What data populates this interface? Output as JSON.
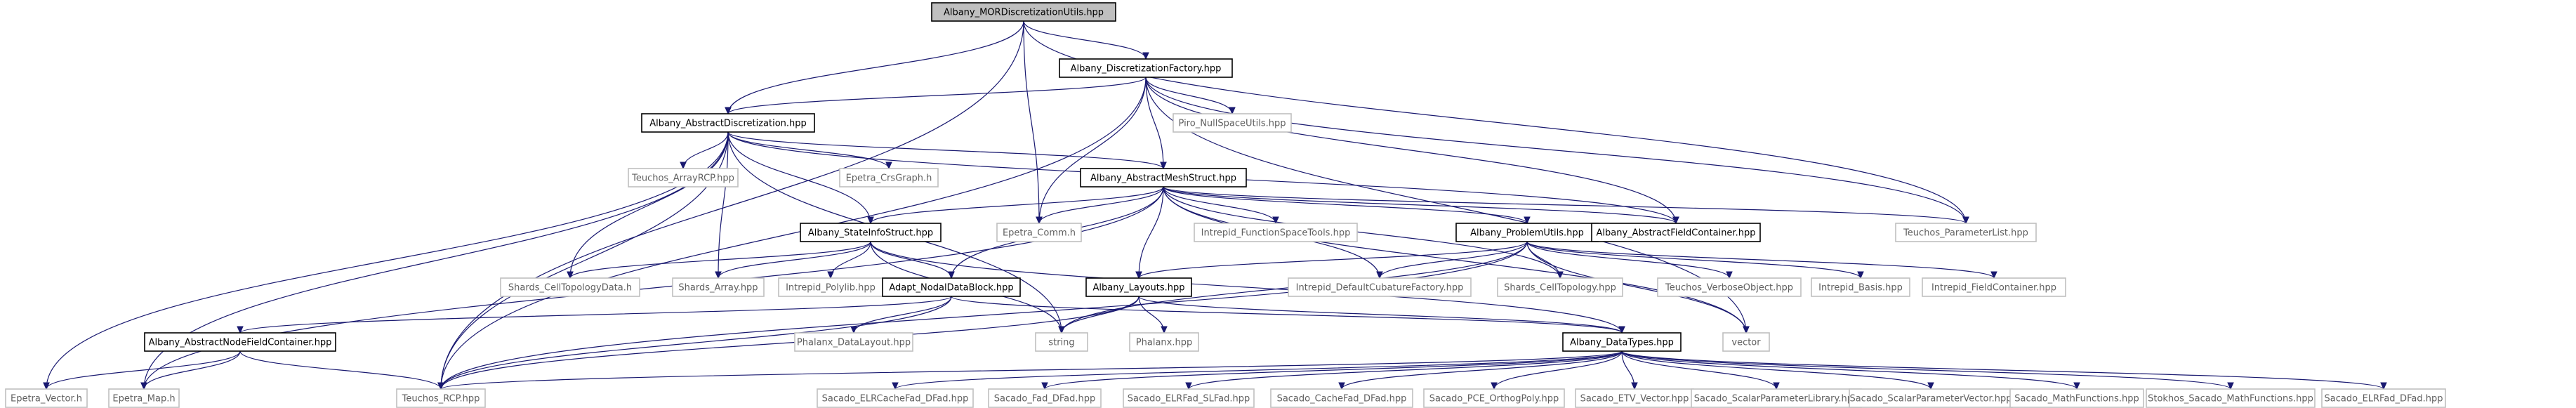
{
  "diagram": {
    "colors": {
      "edge": "#191970",
      "root_fill": "#bfbfbf",
      "local_border": "#000000",
      "external_border": "#bfbfbf",
      "external_text": "#606060"
    },
    "nodes": [
      {
        "id": "root",
        "label": "Albany_MORDiscretizationUtils.hpp",
        "kind": "root"
      },
      {
        "id": "discfactory",
        "label": "Albany_DiscretizationFactory.hpp",
        "kind": "local"
      },
      {
        "id": "absdisc",
        "label": "Albany_AbstractDiscretization.hpp",
        "kind": "local"
      },
      {
        "id": "piro",
        "label": "Piro_NullSpaceUtils.hpp",
        "kind": "ext"
      },
      {
        "id": "arrayrcp",
        "label": "Teuchos_ArrayRCP.hpp",
        "kind": "ext"
      },
      {
        "id": "crsgraph",
        "label": "Epetra_CrsGraph.h",
        "kind": "ext"
      },
      {
        "id": "absmesh",
        "label": "Albany_AbstractMeshStruct.hpp",
        "kind": "local"
      },
      {
        "id": "intrepidfs",
        "label": "Intrepid_FunctionSpaceTools.hpp",
        "kind": "ext"
      },
      {
        "id": "comm",
        "label": "Epetra_Comm.h",
        "kind": "ext"
      },
      {
        "id": "problemutils",
        "label": "Albany_ProblemUtils.hpp",
        "kind": "local"
      },
      {
        "id": "absfield",
        "label": "Albany_AbstractFieldContainer.hpp",
        "kind": "local"
      },
      {
        "id": "paramlist",
        "label": "Teuchos_ParameterList.hpp",
        "kind": "ext"
      },
      {
        "id": "stateinfo",
        "label": "Albany_StateInfoStruct.hpp",
        "kind": "local"
      },
      {
        "id": "shardscelldata",
        "label": "Shards_CellTopologyData.h",
        "kind": "ext"
      },
      {
        "id": "shardsarray",
        "label": "Shards_Array.hpp",
        "kind": "ext"
      },
      {
        "id": "polylib",
        "label": "Intrepid_Polylib.hpp",
        "kind": "ext"
      },
      {
        "id": "adapt",
        "label": "Adapt_NodalDataBlock.hpp",
        "kind": "local"
      },
      {
        "id": "layouts",
        "label": "Albany_Layouts.hpp",
        "kind": "local"
      },
      {
        "id": "cubature",
        "label": "Intrepid_DefaultCubatureFactory.hpp",
        "kind": "ext"
      },
      {
        "id": "shardscelltopo",
        "label": "Shards_CellTopology.hpp",
        "kind": "ext"
      },
      {
        "id": "verbose",
        "label": "Teuchos_VerboseObject.hpp",
        "kind": "ext"
      },
      {
        "id": "basis",
        "label": "Intrepid_Basis.hpp",
        "kind": "ext"
      },
      {
        "id": "fieldcont",
        "label": "Intrepid_FieldContainer.hpp",
        "kind": "ext"
      },
      {
        "id": "absnodefield",
        "label": "Albany_AbstractNodeFieldContainer.hpp",
        "kind": "local"
      },
      {
        "id": "phxlayout",
        "label": "Phalanx_DataLayout.hpp",
        "kind": "ext"
      },
      {
        "id": "string",
        "label": "string",
        "kind": "ext"
      },
      {
        "id": "phalanx",
        "label": "Phalanx.hpp",
        "kind": "ext"
      },
      {
        "id": "datatypes",
        "label": "Albany_DataTypes.hpp",
        "kind": "local"
      },
      {
        "id": "vector",
        "label": "vector",
        "kind": "ext"
      },
      {
        "id": "evector",
        "label": "Epetra_Vector.h",
        "kind": "ext"
      },
      {
        "id": "emap",
        "label": "Epetra_Map.h",
        "kind": "ext"
      },
      {
        "id": "rcp",
        "label": "Teuchos_RCP.hpp",
        "kind": "ext"
      },
      {
        "id": "elrcache",
        "label": "Sacado_ELRCacheFad_DFad.hpp",
        "kind": "ext"
      },
      {
        "id": "fad",
        "label": "Sacado_Fad_DFad.hpp",
        "kind": "ext"
      },
      {
        "id": "elrslfad",
        "label": "Sacado_ELRFad_SLFad.hpp",
        "kind": "ext"
      },
      {
        "id": "cachefad",
        "label": "Sacado_CacheFad_DFad.hpp",
        "kind": "ext"
      },
      {
        "id": "pce",
        "label": "Sacado_PCE_OrthogPoly.hpp",
        "kind": "ext"
      },
      {
        "id": "etv",
        "label": "Sacado_ETV_Vector.hpp",
        "kind": "ext"
      },
      {
        "id": "scalarlib",
        "label": "Sacado_ScalarParameterLibrary.hpp",
        "kind": "ext"
      },
      {
        "id": "scalarvec",
        "label": "Sacado_ScalarParameterVector.hpp",
        "kind": "ext"
      },
      {
        "id": "mathfn",
        "label": "Sacado_MathFunctions.hpp",
        "kind": "ext"
      },
      {
        "id": "stokhos",
        "label": "Stokhos_Sacado_MathFunctions.hpp",
        "kind": "ext"
      },
      {
        "id": "elrdfad",
        "label": "Sacado_ELRFad_DFad.hpp",
        "kind": "ext"
      }
    ],
    "edges": [
      [
        "root",
        "discfactory"
      ],
      [
        "root",
        "absdisc"
      ],
      [
        "root",
        "comm"
      ],
      [
        "root",
        "rcp"
      ],
      [
        "root",
        "paramlist"
      ],
      [
        "discfactory",
        "absdisc"
      ],
      [
        "discfactory",
        "piro"
      ],
      [
        "discfactory",
        "absmesh"
      ],
      [
        "discfactory",
        "comm"
      ],
      [
        "discfactory",
        "absfield"
      ],
      [
        "discfactory",
        "paramlist"
      ],
      [
        "discfactory",
        "vector"
      ],
      [
        "discfactory",
        "rcp"
      ],
      [
        "absdisc",
        "arrayrcp"
      ],
      [
        "absdisc",
        "crsgraph"
      ],
      [
        "absdisc",
        "absmesh"
      ],
      [
        "absdisc",
        "stateinfo"
      ],
      [
        "absdisc",
        "shardscelldata"
      ],
      [
        "absdisc",
        "shardsarray"
      ],
      [
        "absdisc",
        "evector"
      ],
      [
        "absdisc",
        "emap"
      ],
      [
        "absdisc",
        "string"
      ],
      [
        "absdisc",
        "rcp"
      ],
      [
        "absdisc",
        "absfield"
      ],
      [
        "absmesh",
        "intrepidfs"
      ],
      [
        "absmesh",
        "comm"
      ],
      [
        "absmesh",
        "problemutils"
      ],
      [
        "absmesh",
        "absfield"
      ],
      [
        "absmesh",
        "paramlist"
      ],
      [
        "absmesh",
        "stateinfo"
      ],
      [
        "absmesh",
        "adapt"
      ],
      [
        "absmesh",
        "layouts"
      ],
      [
        "absmesh",
        "cubature"
      ],
      [
        "absmesh",
        "shardscelltopo"
      ],
      [
        "absmesh",
        "emap"
      ],
      [
        "absmesh",
        "vector"
      ],
      [
        "problemutils",
        "layouts"
      ],
      [
        "problemutils",
        "cubature"
      ],
      [
        "problemutils",
        "shardscelltopo"
      ],
      [
        "problemutils",
        "verbose"
      ],
      [
        "problemutils",
        "basis"
      ],
      [
        "problemutils",
        "fieldcont"
      ],
      [
        "problemutils",
        "vector"
      ],
      [
        "problemutils",
        "string"
      ],
      [
        "problemutils",
        "rcp"
      ],
      [
        "stateinfo",
        "shardscelldata"
      ],
      [
        "stateinfo",
        "shardsarray"
      ],
      [
        "stateinfo",
        "polylib"
      ],
      [
        "stateinfo",
        "adapt"
      ],
      [
        "stateinfo",
        "string"
      ],
      [
        "stateinfo",
        "datatypes"
      ],
      [
        "adapt",
        "absnodefield"
      ],
      [
        "adapt",
        "phxlayout"
      ],
      [
        "adapt",
        "datatypes"
      ],
      [
        "adapt",
        "rcp"
      ],
      [
        "layouts",
        "string"
      ],
      [
        "layouts",
        "phalanx"
      ],
      [
        "layouts",
        "datatypes"
      ],
      [
        "layouts",
        "rcp"
      ],
      [
        "absnodefield",
        "evector"
      ],
      [
        "absnodefield",
        "emap"
      ],
      [
        "absnodefield",
        "rcp"
      ],
      [
        "datatypes",
        "rcp"
      ],
      [
        "datatypes",
        "elrcache"
      ],
      [
        "datatypes",
        "fad"
      ],
      [
        "datatypes",
        "elrslfad"
      ],
      [
        "datatypes",
        "cachefad"
      ],
      [
        "datatypes",
        "pce"
      ],
      [
        "datatypes",
        "etv"
      ],
      [
        "datatypes",
        "scalarlib"
      ],
      [
        "datatypes",
        "scalarvec"
      ],
      [
        "datatypes",
        "mathfn"
      ],
      [
        "datatypes",
        "stokhos"
      ],
      [
        "datatypes",
        "elrdfad"
      ]
    ]
  }
}
